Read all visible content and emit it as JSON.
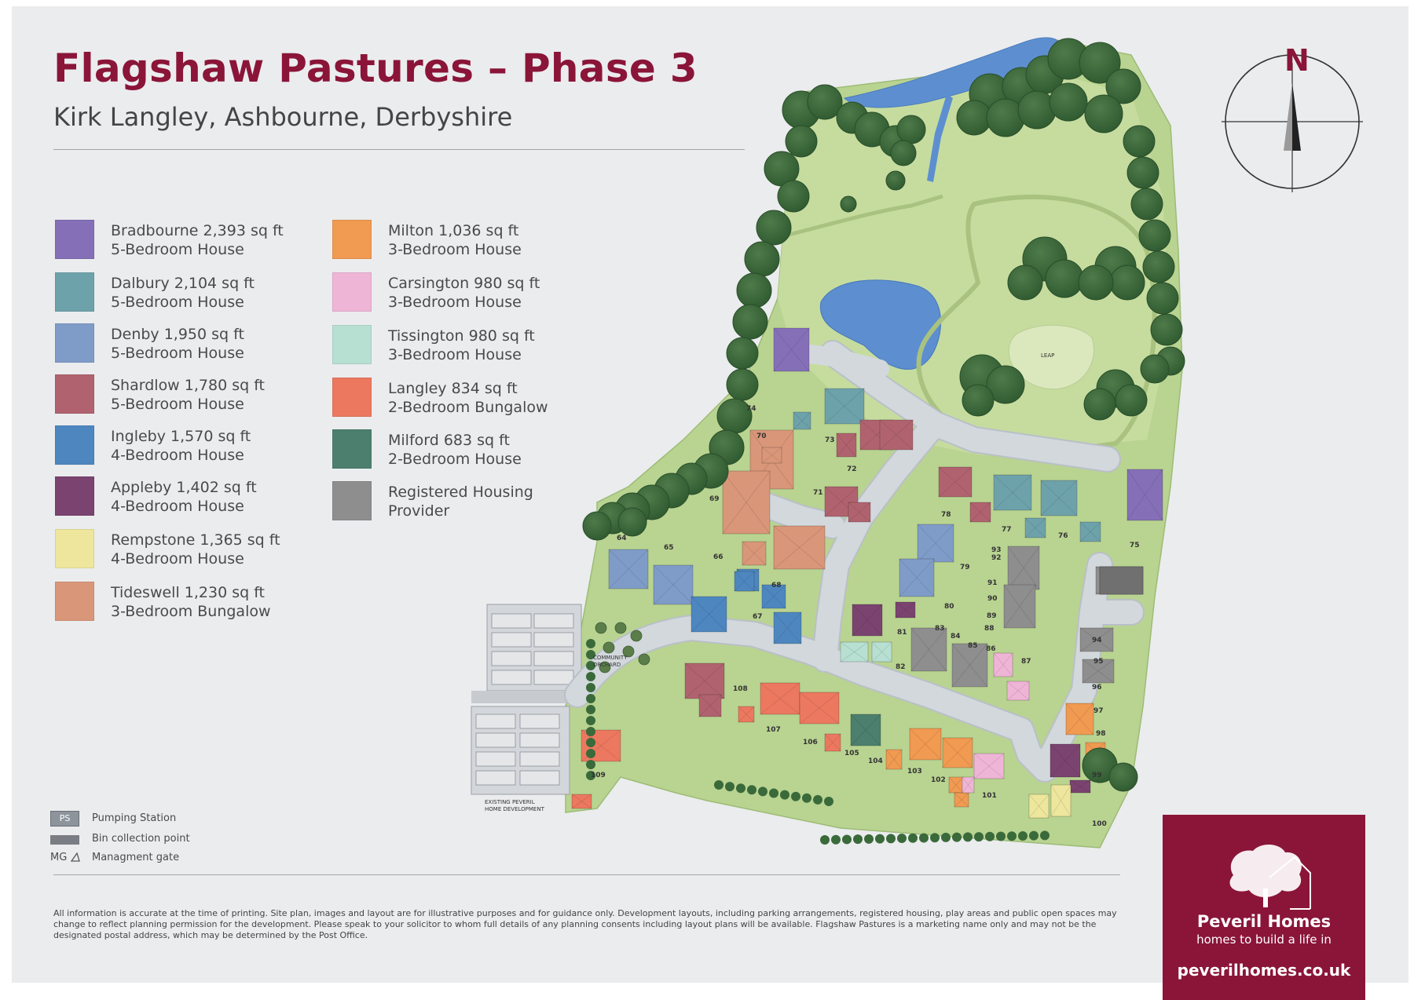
{
  "header": {
    "title": "Flagshaw Pastures – Phase 3",
    "subtitle": "Kirk Langley, Ashbourne, Derbyshire"
  },
  "legend": [
    {
      "name": "Bradbourne 2,393 sq ft",
      "type": "5-Bedroom House",
      "color": "#8570b8"
    },
    {
      "name": "Dalbury 2,104 sq ft",
      "type": "5-Bedroom House",
      "color": "#6ea2ab"
    },
    {
      "name": "Denby 1,950 sq ft",
      "type": "5-Bedroom House",
      "color": "#7f9cc8"
    },
    {
      "name": "Shardlow 1,780 sq ft",
      "type": "5-Bedroom House",
      "color": "#b0636f"
    },
    {
      "name": "Ingleby 1,570 sq ft",
      "type": "4-Bedroom House",
      "color": "#4e87bf"
    },
    {
      "name": "Appleby 1,402 sq ft",
      "type": "4-Bedroom House",
      "color": "#7b4470"
    },
    {
      "name": "Rempstone 1,365 sq ft",
      "type": "4-Bedroom House",
      "color": "#ede69c"
    },
    {
      "name": "Tideswell 1,230 sq ft",
      "type": "3-Bedroom Bungalow",
      "color": "#d99679"
    },
    {
      "name": "Milton 1,036 sq ft",
      "type": "3-Bedroom House",
      "color": "#f09a52"
    },
    {
      "name": "Carsington 980 sq ft",
      "type": "3-Bedroom House",
      "color": "#efb5d6"
    },
    {
      "name": "Tissington 980 sq ft",
      "type": "3-Bedroom House",
      "color": "#b7e0d2"
    },
    {
      "name": "Langley 834 sq ft",
      "type": "2-Bedroom Bungalow",
      "color": "#ec7860"
    },
    {
      "name": "Milford 683 sq ft",
      "type": "2-Bedroom House",
      "color": "#4c7f6d"
    },
    {
      "name": "Registered Housing",
      "type": "Provider",
      "color": "#8e8e8e"
    }
  ],
  "key": {
    "ps_code": "PS",
    "mg_code": "MG",
    "pumping_station": "Pumping Station",
    "bin_collection": "Bin collection point",
    "management_gate": "Managment gate"
  },
  "compass": {
    "north": "N"
  },
  "map": {
    "leap_label": "LEAP",
    "community_orchard": [
      "COMMUNITY",
      "ORCHARD"
    ],
    "existing_dev": [
      "EXISTING PEVERIL",
      "HOME DEVELOPMENT"
    ],
    "plot_numbers": [
      "64",
      "65",
      "66",
      "67",
      "68",
      "69",
      "70",
      "71",
      "72",
      "73",
      "74",
      "75",
      "76",
      "77",
      "78",
      "79",
      "80",
      "81",
      "82",
      "83",
      "84",
      "85",
      "86",
      "87",
      "88",
      "89",
      "90",
      "91",
      "92",
      "93",
      "94",
      "95",
      "96",
      "97",
      "98",
      "99",
      "100",
      "101",
      "102",
      "103",
      "104",
      "105",
      "106",
      "107",
      "108",
      "109"
    ]
  },
  "disclaimer": "All information is accurate at the time of printing. Site plan, images and layout are for illustrative purposes and for guidance only. Development layouts, including parking arrangements, registered housing, play areas and public open spaces may change to reflect planning permission for the development. Please speak to your solicitor to whom full details of any planning consents including layout plans will be available. Flagshaw Pastures is a marketing name only and may not be the designated postal address, which may be determined by the Post Office.",
  "brand": {
    "name": "Peveril Homes",
    "tagline": "homes to build a life in",
    "url": "peverilhomes.co.uk",
    "color": "#8a1538"
  }
}
